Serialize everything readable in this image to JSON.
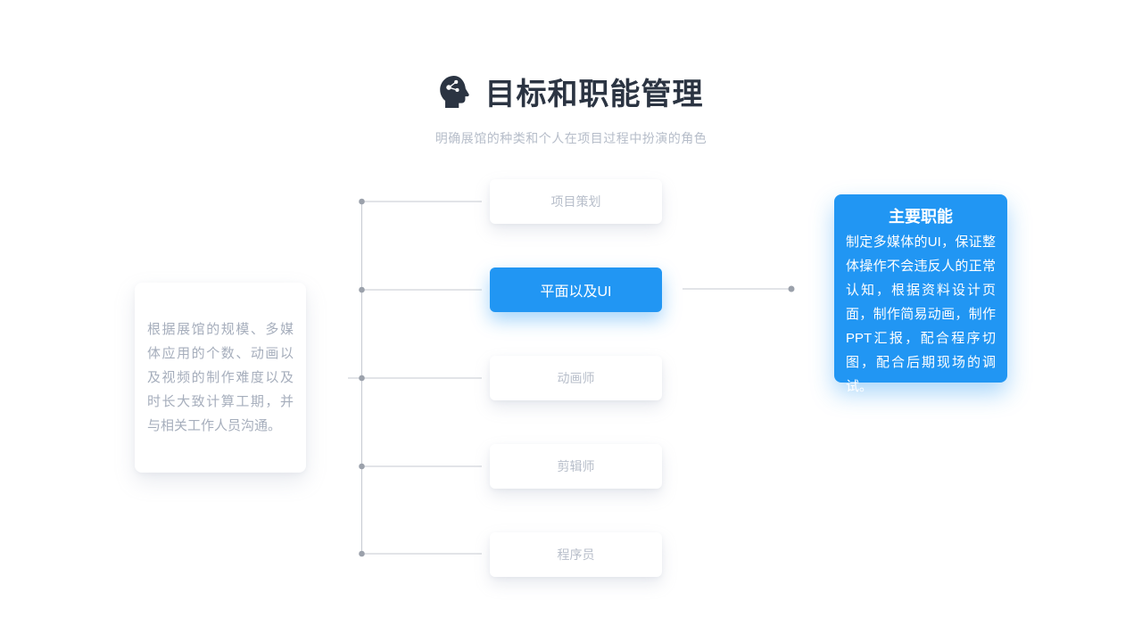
{
  "header": {
    "icon": "head-share-icon",
    "title": "目标和职能管理",
    "subtitle": "明确展馆的种类和个人在项目过程中扮演的角色"
  },
  "left_note": {
    "text": "根据展馆的规模、多媒体应用的个数、动画以及视频的制作难度以及时长大致计算工期，并与相关工作人员沟通。"
  },
  "roles": [
    {
      "label": "项目策划",
      "active": false
    },
    {
      "label": "平面以及UI",
      "active": true
    },
    {
      "label": "动画师",
      "active": false
    },
    {
      "label": "剪辑师",
      "active": false
    },
    {
      "label": "程序员",
      "active": false
    }
  ],
  "detail_panel": {
    "title": "主要职能",
    "body": "制定多媒体的UI，保证整体操作不会违反人的正常认知，根据资料设计页面，制作简易动画，制作PPT汇报，配合程序切图，配合后期现场的调试。"
  },
  "colors": {
    "accent": "#2196f3",
    "title_text": "#2b3442",
    "muted_text": "#a6aebc",
    "role_text": "#b7beca",
    "line": "#c6cad1",
    "dot": "#9ba1ab"
  }
}
